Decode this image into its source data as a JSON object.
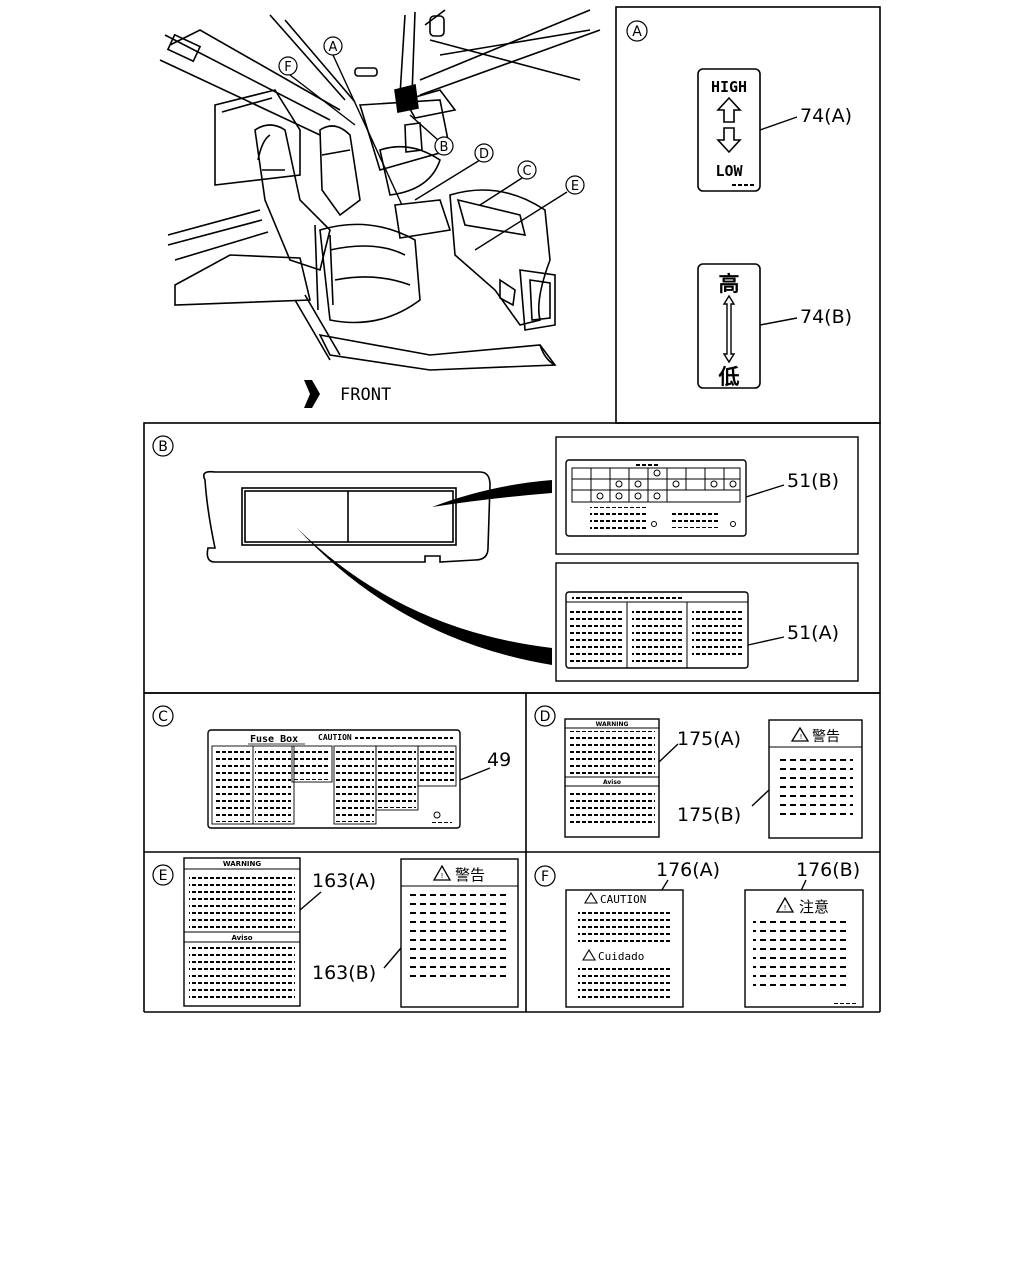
{
  "cab_view": {
    "callouts": [
      "A",
      "B",
      "C",
      "D",
      "E",
      "F"
    ],
    "direction_label": "FRONT"
  },
  "panels": {
    "A": {
      "letter": "A",
      "label_74a": "74(A)",
      "label_74b": "74(B)",
      "sticker_en_high": "HIGH",
      "sticker_en_low": "LOW",
      "sticker_jp_high": "高",
      "sticker_jp_low": "低"
    },
    "B": {
      "letter": "B",
      "label_51b": "51(B)",
      "label_51a": "51(A)"
    },
    "C": {
      "letter": "C",
      "label_49": "49",
      "fuse_title": "Fuse Box",
      "fuse_caution": "CAUTION"
    },
    "D": {
      "letter": "D",
      "label_175a": "175(A)",
      "label_175b": "175(B)",
      "warning_heading": "WARNING",
      "aviso_heading": "Aviso",
      "jp_heading": "警告"
    },
    "E": {
      "letter": "E",
      "label_163a": "163(A)",
      "label_163b": "163(B)",
      "warning_heading": "WARNING",
      "aviso_heading": "Aviso",
      "jp_heading": "警告"
    },
    "F": {
      "letter": "F",
      "label_176a": "176(A)",
      "label_176b": "176(B)",
      "caution_heading": "CAUTION",
      "cuidado_heading": "Cuidado",
      "jp_heading": "注意"
    }
  }
}
